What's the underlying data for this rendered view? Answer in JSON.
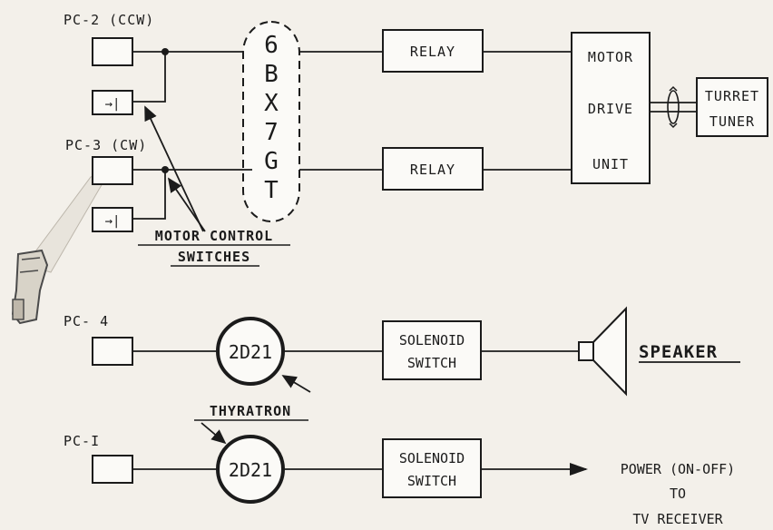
{
  "labels": {
    "pc2": "PC-2 (CCW)",
    "pc3": "PC-3 (CW)",
    "pc4": "PC- 4",
    "pc1": "PC-I",
    "motor_control_1": "MOTOR CONTROL",
    "motor_control_2": "SWITCHES",
    "thyratron": "THYRATRON",
    "speaker": "SPEAKER",
    "power_1": "POWER (ON-OFF)",
    "power_2": "TO",
    "power_3": "TV RECEIVER"
  },
  "tube": {
    "chars": [
      "6",
      "B",
      "X",
      "7",
      "G",
      "T"
    ]
  },
  "relay_top": "RELAY",
  "relay_bottom": "RELAY",
  "motor_drive": {
    "line1": "MOTOR",
    "line2": "DRIVE",
    "line3": "UNIT"
  },
  "turret_tuner": {
    "line1": "TURRET",
    "line2": "TUNER"
  },
  "thyratron_top": "2D21",
  "thyratron_bottom": "2D21",
  "solenoid_top": {
    "line1": "SOLENOID",
    "line2": "SWITCH"
  },
  "solenoid_bottom": {
    "line1": "SOLENOID",
    "line2": "SWITCH"
  },
  "diode_symbol": "→|"
}
